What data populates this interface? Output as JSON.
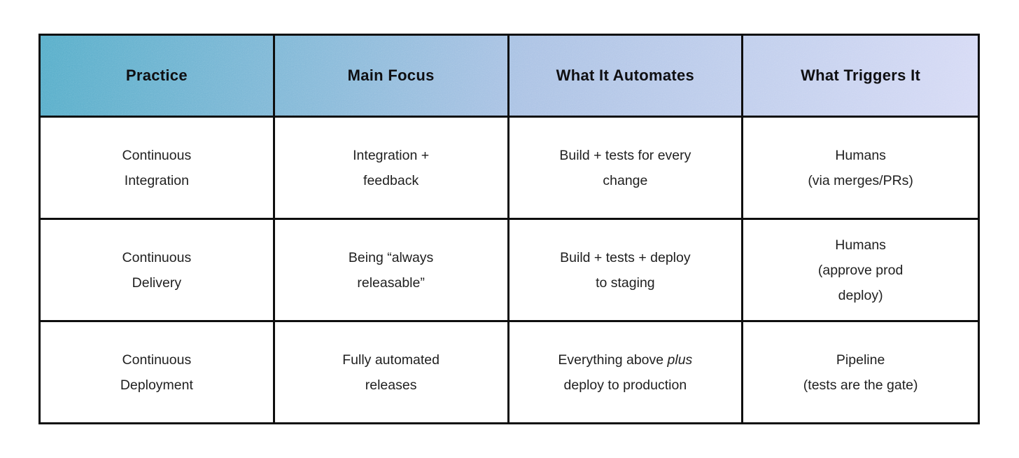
{
  "colors": {
    "header_gradient_start": "#56adc9",
    "header_gradient_mid": "#abc2e4",
    "header_gradient_end": "#d6daf5",
    "border": "#0e0e0e",
    "text": "#1f1f1f",
    "header_text": "#0f0f12"
  },
  "header": {
    "practice": "Practice",
    "focus": "Main Focus",
    "automates": "What It Automates",
    "triggers": "What Triggers It"
  },
  "rows": [
    {
      "practice": "Continuous\nIntegration",
      "focus": "Integration +\nfeedback",
      "automates": "Build + tests for every\nchange",
      "triggers": "Humans\n(via merges/PRs)"
    },
    {
      "practice": "Continuous\nDelivery",
      "focus": "Being “always\nreleasable”",
      "automates": "Build + tests + deploy\nto staging",
      "triggers": "Humans\n(approve prod\ndeploy)"
    },
    {
      "practice": "Continuous\nDeployment",
      "focus": "Fully automated\nreleases",
      "automates_pre": "Everything above ",
      "automates_italic": "plus",
      "automates_post": "\ndeploy to production",
      "triggers": "Pipeline\n(tests are the gate)"
    }
  ],
  "chart_data": {
    "type": "table",
    "columns": [
      "Practice",
      "Main Focus",
      "What It Automates",
      "What Triggers It"
    ],
    "rows": [
      [
        "Continuous Integration",
        "Integration + feedback",
        "Build + tests for every change",
        "Humans (via merges/PRs)"
      ],
      [
        "Continuous Delivery",
        "Being “always releasable”",
        "Build + tests + deploy to staging",
        "Humans (approve prod deploy)"
      ],
      [
        "Continuous Deployment",
        "Fully automated releases",
        "Everything above plus deploy to production",
        "Pipeline (tests are the gate)"
      ]
    ]
  }
}
